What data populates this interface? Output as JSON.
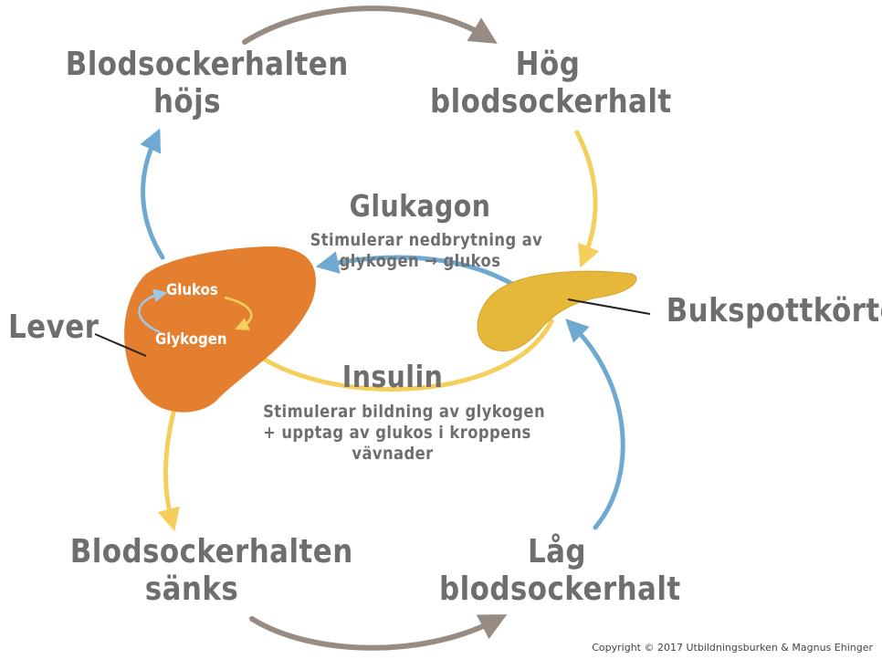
{
  "labels": {
    "raised": [
      "Blodsockerhalten",
      "höjs"
    ],
    "high": [
      "Hög",
      "blodsockerhalt"
    ],
    "lowered": [
      "Blodsockerhalten",
      "sänks"
    ],
    "low": [
      "Låg",
      "blodsockerhalt"
    ],
    "liver": "Lever",
    "pancreas": "Bukspottkörtel"
  },
  "glucagon": {
    "title": "Glukagon",
    "desc": [
      "Stimulerar nedbrytning av",
      "glykogen → glukos"
    ]
  },
  "insulin": {
    "title": "Insulin",
    "desc": [
      "Stimulerar bildning av glykogen",
      "+ upptag av glukos i kroppens",
      "vävnader"
    ]
  },
  "liver_inner": {
    "top": "Glukos",
    "bottom": "Glykogen"
  },
  "copyright": "Copyright © 2017 Utbildningsburken & Magnus Ehinger",
  "colors": {
    "text": "#6e6e6e",
    "liver": "#e57f30",
    "pancreas": "#e6b83a",
    "gray_arrow": "#968c84",
    "yellow_arrow": "#f5cf5c",
    "blue_arrow": "#6ea9d2"
  }
}
